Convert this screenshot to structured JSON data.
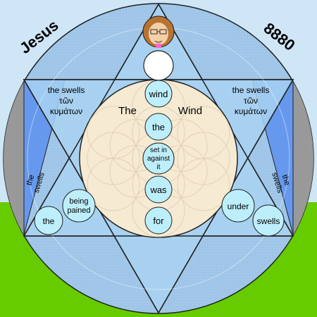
{
  "corner_left": "Jesus",
  "corner_right": "8880",
  "center": {
    "left_word": "The",
    "right_word": "Wind"
  },
  "column_circles": [
    "wind",
    "the",
    "set in",
    "against",
    "it",
    "was",
    "for"
  ],
  "top_left_point": {
    "line1": "the swells",
    "line2": "τῶν",
    "line3": "κυμάτων"
  },
  "top_right_point": {
    "line1": "the swells",
    "line2": "τῶν",
    "line3": "κυμάτων"
  },
  "left_side_label": [
    "the",
    "swells"
  ],
  "right_side_label": [
    "the",
    "swells"
  ],
  "bottom_left_circles": {
    "small": "the",
    "pained_line1": "being",
    "pained_line2": "pained"
  },
  "bottom_right_circles": {
    "under": "under",
    "swells": "swells"
  },
  "colors": {
    "sky": "#cfe6f7",
    "grass": "#66cc00",
    "outer_circle": "#9ec5e8",
    "hexagram": "#a9d2f2",
    "inner_disc": "#f6ead3",
    "side_blue": "#6699ee",
    "side_gray": "#999999",
    "small_circle": "#bdeefb"
  }
}
